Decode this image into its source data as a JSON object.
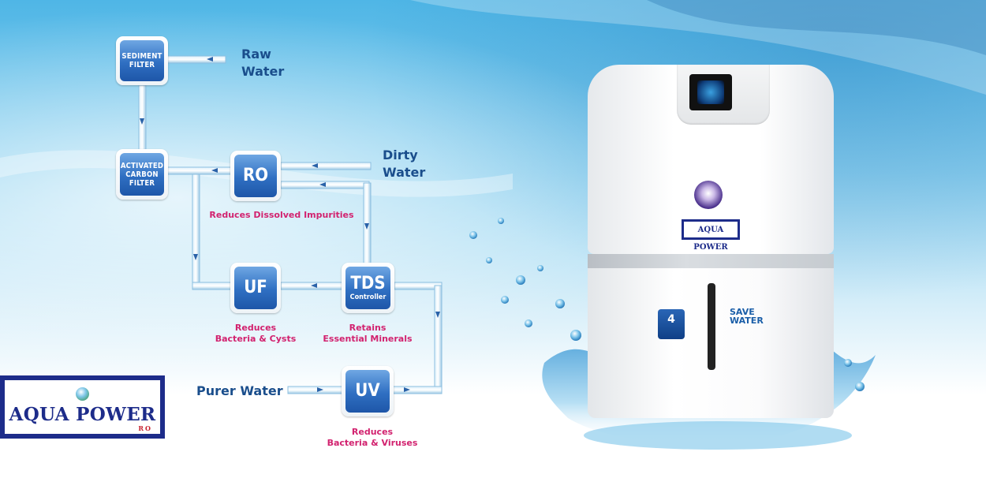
{
  "diagram": {
    "nodes": {
      "sediment": [
        "SEDIMENT",
        "FILTER"
      ],
      "carbon": [
        "ACTIVATED",
        "CARBON",
        "FILTER"
      ],
      "ro": "RO",
      "uf": "UF",
      "tds": {
        "main": "TDS",
        "sub": "Controller"
      },
      "uv": "UV"
    },
    "flow_labels": {
      "raw": [
        "Raw",
        "Water"
      ],
      "dirty": [
        "Dirty",
        "Water"
      ],
      "purer": "Purer Water"
    },
    "captions": {
      "ro": "Reduces Dissolved Impurities",
      "uf": [
        "Reduces",
        "Bacteria & Cysts"
      ],
      "tds": [
        "Retains",
        "Essential Minerals"
      ],
      "uv": [
        "Reduces",
        "Bacteria & Viruses"
      ]
    }
  },
  "brand": {
    "name": "AQUA POWER",
    "sub": "RO"
  },
  "product": {
    "badge_number": "4",
    "save_water": [
      "SAVE",
      "WATER"
    ]
  },
  "colors": {
    "caption": "#d2226f",
    "flow_text": "#1a4e8c",
    "node_blue": "#2f6fc2",
    "brand_navy": "#1d2c8a"
  }
}
